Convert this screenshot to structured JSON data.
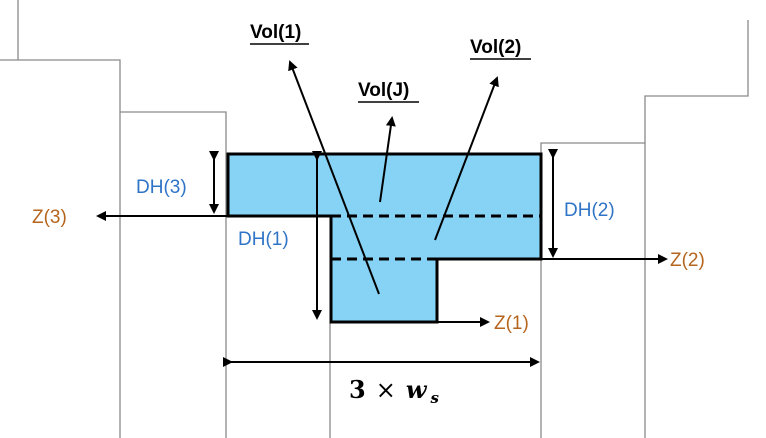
{
  "labels": {
    "vol1": "Vol(1)",
    "vol2": "Vol(2)",
    "volJ": "Vol(J)",
    "dh1": "DH(1)",
    "dh2": "DH(2)",
    "dh3": "DH(3)",
    "z1": "Z(1)",
    "z2": "Z(2)",
    "z3": "Z(3)",
    "width_coef": "3",
    "width_op": "×",
    "width_var": "w",
    "width_sub": "s"
  },
  "colors": {
    "fill": "#86d3f5",
    "dh": "#2f74c6",
    "z": "#b5651d",
    "lines": "#000000",
    "outline": "#8a8a8a"
  }
}
